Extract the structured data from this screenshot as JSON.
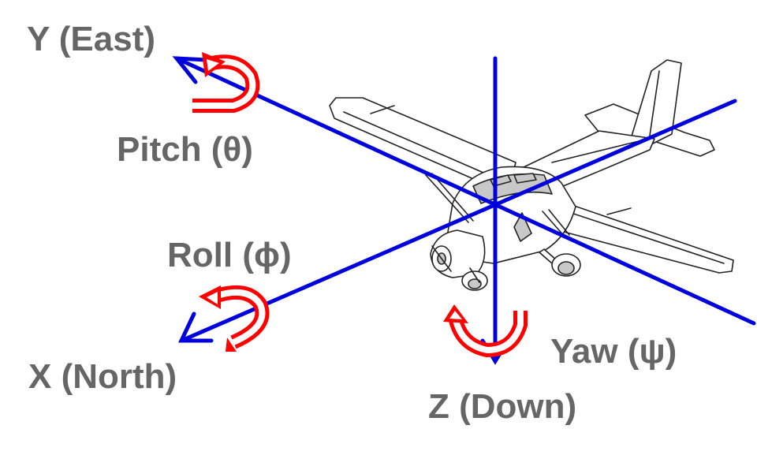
{
  "labels": {
    "y_axis": "Y (East)",
    "pitch": "Pitch (θ)",
    "roll": "Roll (ϕ)",
    "x_axis": "X (North)",
    "yaw": "Yaw (ψ)",
    "z_axis": "Z (Down)"
  },
  "colors": {
    "axis": "#0000dd",
    "rotation_arrow": "#ff0000",
    "label_text": "#666666",
    "aircraft_outline": "#222222",
    "aircraft_fill": "#ffffff",
    "aircraft_shade": "#c8c8c8"
  },
  "icons": {
    "aircraft": "cessna-high-wing-airplane",
    "pitch_arrow": "curved-rotation-arrow",
    "roll_arrow": "curved-rotation-arrow",
    "yaw_arrow": "curved-rotation-arrow"
  }
}
